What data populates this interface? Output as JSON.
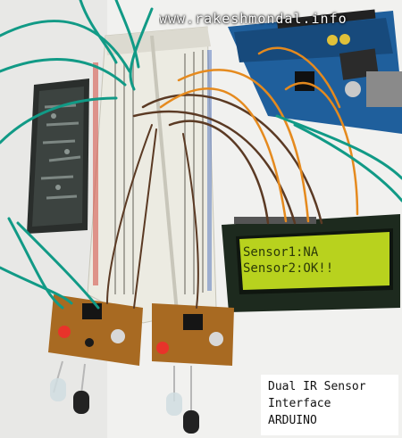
{
  "watermark": "www.rakeshmondal.info",
  "lcd": {
    "line1": "Sensor1:NA",
    "line2": "Sensor2:OK!!"
  },
  "caption": {
    "line1": "Dual IR Sensor",
    "line2": "Interface",
    "line3": "ARDUINO"
  },
  "colors": {
    "breadboard": "#ecebe2",
    "lcd_green": "#b8d21e",
    "lcd_frame": "#1d2a1e",
    "arduino_blue": "#1f5f9c",
    "pcb_brown": "#a86a22",
    "wire_teal": "#119a86",
    "wire_orange": "#e58a1e",
    "wire_brown": "#5b3a24"
  }
}
